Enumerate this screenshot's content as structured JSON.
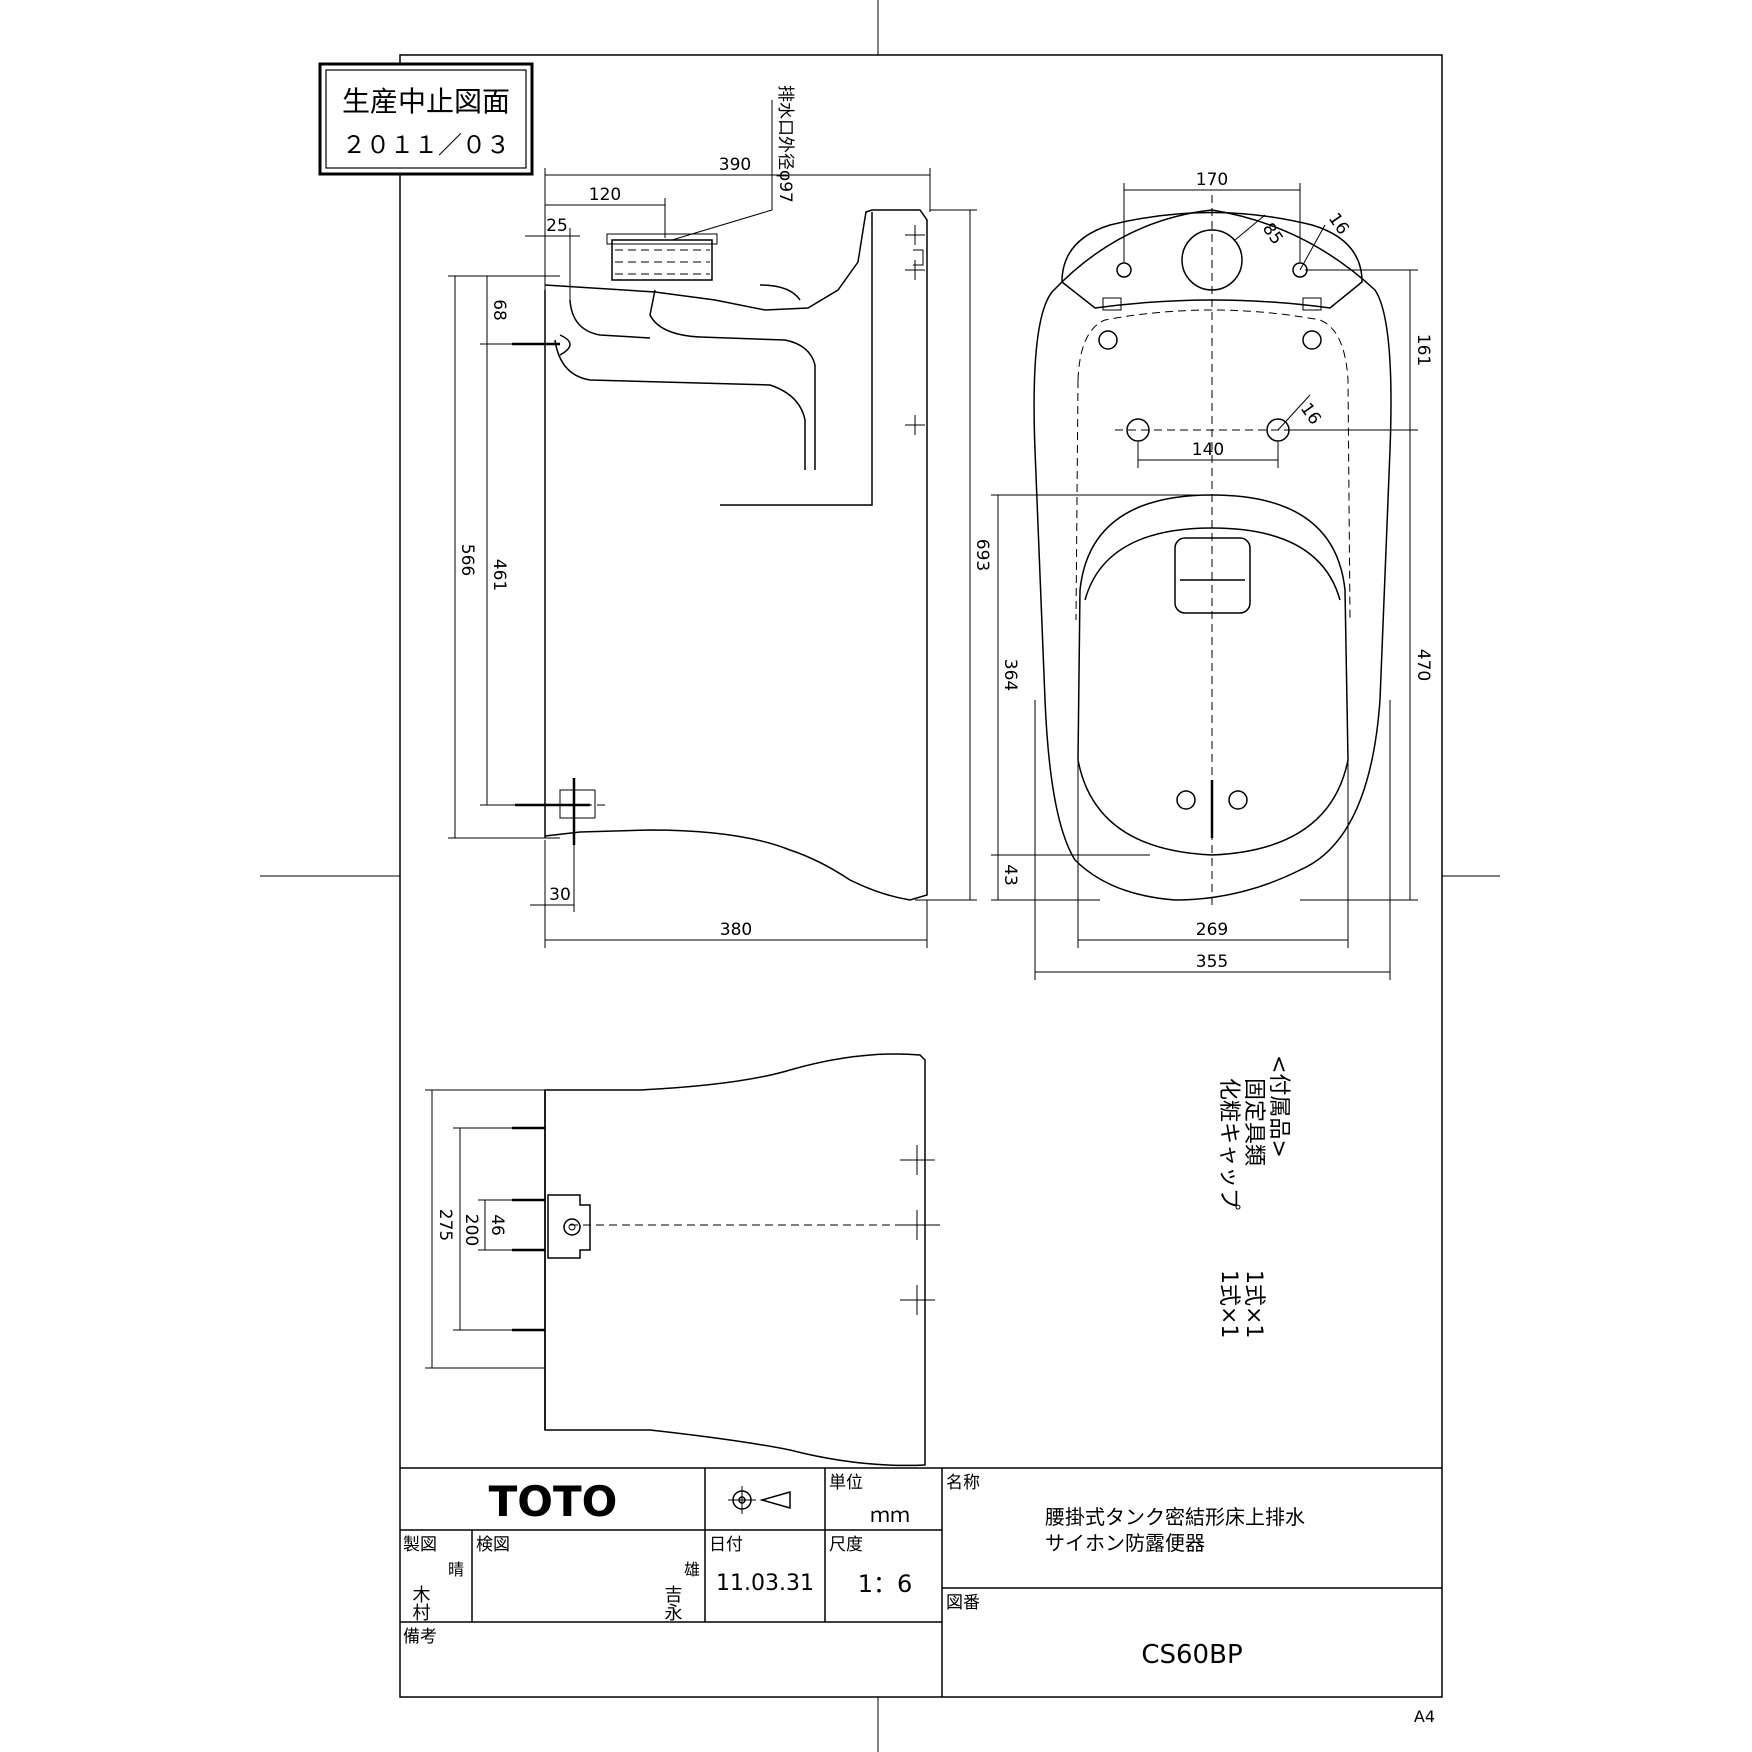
{
  "stamp": {
    "line1": "生産中止図面",
    "line2": "２０１１／０３"
  },
  "brand": {
    "logo": "TOTO"
  },
  "leader_note": "排水口外径φ97",
  "accessories": {
    "heading": "<付属品>",
    "items": [
      {
        "name": "固定具類",
        "qty": "1式×1"
      },
      {
        "name": "化粧キャップ",
        "qty": "1式×1"
      }
    ]
  },
  "dimensions": {
    "side": {
      "d390": "390",
      "d120": "120",
      "d25": "25",
      "d68": "68",
      "d566": "566",
      "d461": "461",
      "d693": "693",
      "d30": "30",
      "d380": "380"
    },
    "top": {
      "d170": "170",
      "d85": "85",
      "d16a": "16",
      "d16b": "16",
      "d161": "161",
      "d140": "140",
      "d364": "364",
      "d470": "470",
      "d43": "43",
      "d269": "269",
      "d355": "355"
    },
    "bottom": {
      "d275": "275",
      "d200": "200",
      "d46": "46"
    }
  },
  "title_block": {
    "unit_label": "単位",
    "unit_value": "ｍｍ",
    "name_label": "名称",
    "name_line1": "腰掛式タンク密結形床上排水",
    "name_line2": "サイホン防露便器",
    "drawn_label": "製図",
    "drawn_by_1": "木村",
    "drawn_by_2": "晴",
    "checked_label": "検図",
    "checked_by_1": "吉永",
    "checked_by_2": "雄",
    "date_label": "日付",
    "date_value": "11.03.31",
    "scale_label": "尺度",
    "scale_value": "1：6",
    "drawing_no_label": "図番",
    "drawing_no_value": "CS60BP",
    "remarks_label": "備考",
    "paper_size": "A4"
  },
  "colors": {
    "ink": "#000000",
    "paper": "#ffffff"
  }
}
